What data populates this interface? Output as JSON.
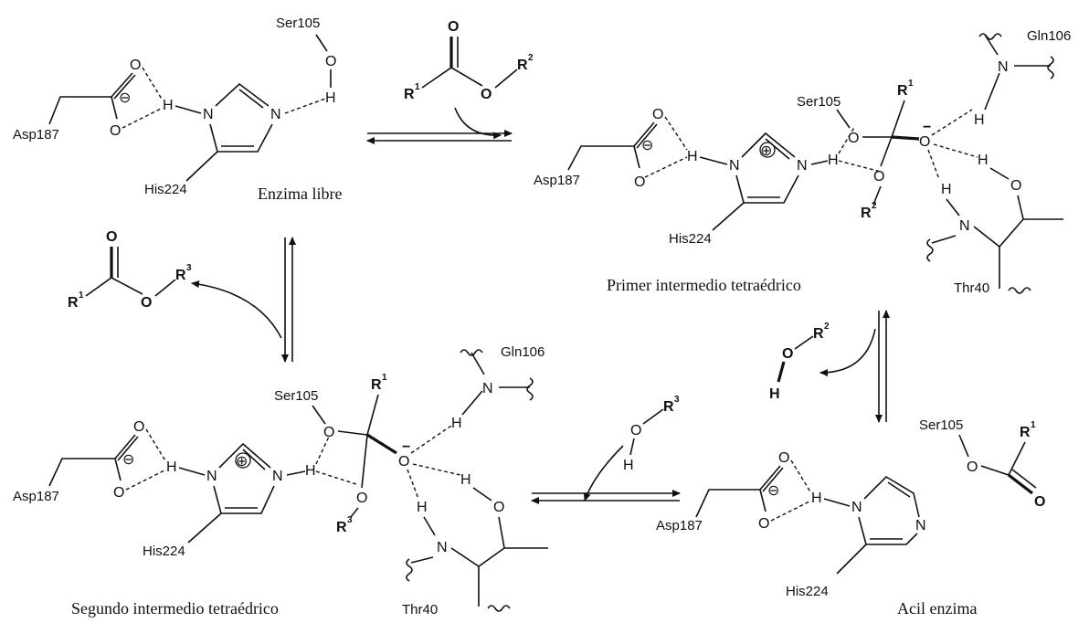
{
  "captions": {
    "free_enzyme": "Enzima libre",
    "first_intermediate": "Primer intermedio tetraédrico",
    "acyl_enzyme": "Acil enzima",
    "second_intermediate": "Segundo intermedio tetraédrico"
  },
  "residues": {
    "asp": "Asp187",
    "his": "His224",
    "ser": "Ser105",
    "gln": "Gln106",
    "thr": "Thr40"
  },
  "atoms": {
    "O": "O",
    "N": "N",
    "H": "H",
    "R": "R",
    "minus": "−",
    "circle_minus": "⊖",
    "circle_plus": "⊕"
  },
  "superscripts": {
    "one": "1",
    "two": "2",
    "three": "3"
  }
}
